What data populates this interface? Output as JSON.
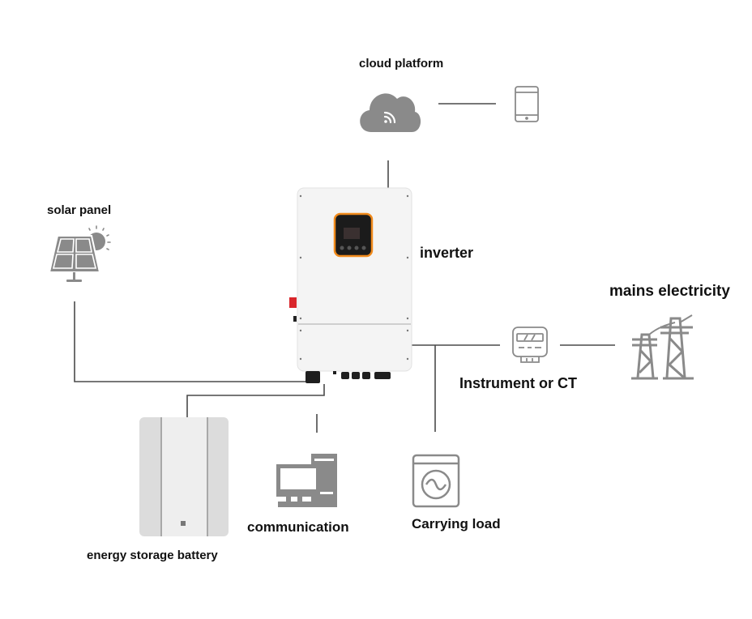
{
  "title": "Hybrid inverter system connection diagram",
  "nodes": {
    "cloud": {
      "label": "cloud platform",
      "icon": "cloud-wifi-icon"
    },
    "phone": {
      "label": "",
      "icon": "smartphone-icon"
    },
    "solar": {
      "label": "solar panel",
      "icon": "solar-panel-icon"
    },
    "inverter": {
      "label": "inverter",
      "icon": "inverter-device"
    },
    "mains": {
      "label": "mains electricity",
      "icon": "power-tower-icon"
    },
    "meter": {
      "label": "Instrument or CT",
      "icon": "energy-meter-icon"
    },
    "battery": {
      "label": "energy storage battery",
      "icon": "battery-cabinet"
    },
    "communication": {
      "label": "communication",
      "icon": "desktop-computer-icon"
    },
    "load": {
      "label": "Carrying load",
      "icon": "washing-machine-icon"
    }
  },
  "connections": [
    [
      "cloud",
      "phone"
    ],
    [
      "cloud",
      "inverter"
    ],
    [
      "solar",
      "inverter"
    ],
    [
      "battery",
      "inverter"
    ],
    [
      "communication",
      "inverter"
    ],
    [
      "inverter",
      "meter"
    ],
    [
      "meter",
      "mains"
    ],
    [
      "inverter",
      "load"
    ]
  ],
  "colors": {
    "icon": "#8a8a8a",
    "line": "#4a4a4a",
    "accent": "#f08a1c",
    "switch": "#d9262b"
  }
}
